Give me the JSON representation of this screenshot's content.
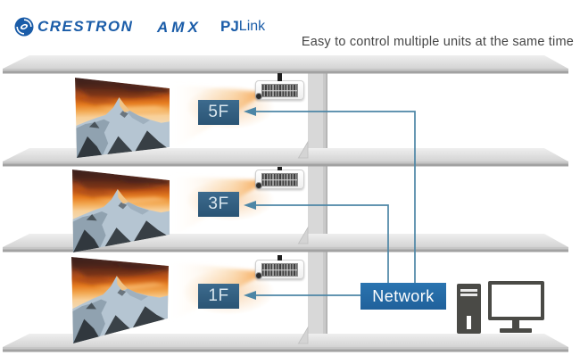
{
  "header": {
    "brands": [
      {
        "name": "Crestron",
        "text": "CRESTRON"
      },
      {
        "name": "AMX",
        "text": "AMX"
      },
      {
        "name": "PJLink",
        "text_bold": "PJ",
        "text_rest": "Link"
      }
    ],
    "tagline": "Easy to control multiple units at the same time"
  },
  "floors": [
    {
      "label": "5F"
    },
    {
      "label": "3F"
    },
    {
      "label": "1F"
    }
  ],
  "network": {
    "label": "Network"
  },
  "icons": {
    "crestron_swirl": "galaxy-swirl",
    "projector": "ceiling-projector",
    "computer": "desktop-pc-with-monitor"
  },
  "colors": {
    "brand_blue": "#1A5CA8",
    "floor_label_bg_top": "#3D6B8E",
    "floor_label_bg_bottom": "#2A5474",
    "floor_label_text": "#D9E6EE",
    "network_bg_top": "#2A74B0",
    "network_bg_bottom": "#20619B",
    "network_text": "#FFFFFF",
    "line_blue": "#4D86A6",
    "beam_orange": "#F2A659",
    "slab_gray": "#D9D9D9",
    "device_dark": "#4A4A46",
    "tagline_text": "#454545"
  }
}
